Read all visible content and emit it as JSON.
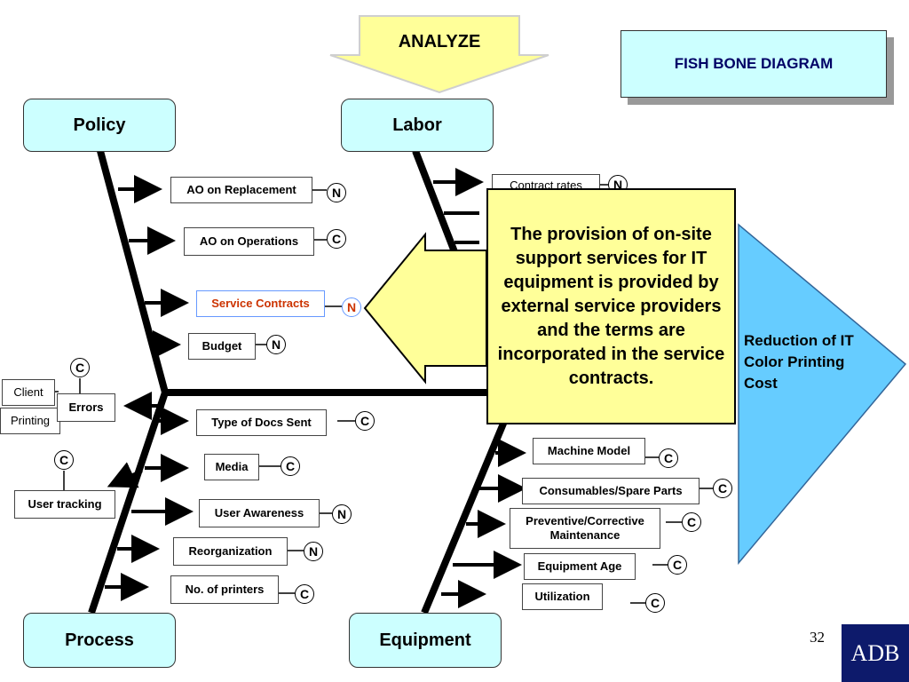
{
  "title": "FISH BONE DIAGRAM",
  "analyze": "ANALYZE",
  "effect": "Reduction of IT Color Printing Cost",
  "callout": "The provision of on-site support services for IT equipment is provided by external service providers and the terms are incorporated in the service contracts.",
  "page_number": "32",
  "logo_text": "ADB",
  "categories": {
    "policy": "Policy",
    "labor": "Labor",
    "process": "Process",
    "equipment": "Equipment"
  },
  "causes": {
    "policy": [
      {
        "label": "AO on Replacement",
        "code": "N"
      },
      {
        "label": "AO on Operations",
        "code": "C"
      },
      {
        "label": "Service Contracts",
        "code": "N"
      },
      {
        "label": "Budget",
        "code": "N"
      }
    ],
    "labor": [
      {
        "label": "Contract rates",
        "code": "N"
      }
    ],
    "process": [
      {
        "label": "Errors",
        "code": "C"
      },
      {
        "label": "Client",
        "code": ""
      },
      {
        "label": "Printing",
        "code": ""
      },
      {
        "label": "Type of Docs Sent",
        "code": "C"
      },
      {
        "label": "User tracking",
        "code": "C"
      },
      {
        "label": "Media",
        "code": "C"
      },
      {
        "label": "User Awareness",
        "code": "N"
      },
      {
        "label": "Reorganization",
        "code": "N"
      },
      {
        "label": "No. of printers",
        "code": "C"
      }
    ],
    "equipment": [
      {
        "label": "Machine Model",
        "code": "C"
      },
      {
        "label": "Consumables/Spare Parts",
        "code": "C"
      },
      {
        "label": "Preventive/Corrective Maintenance",
        "code": "C"
      },
      {
        "label": "Equipment Age",
        "code": "C"
      },
      {
        "label": "Utilization",
        "code": "C"
      }
    ]
  }
}
